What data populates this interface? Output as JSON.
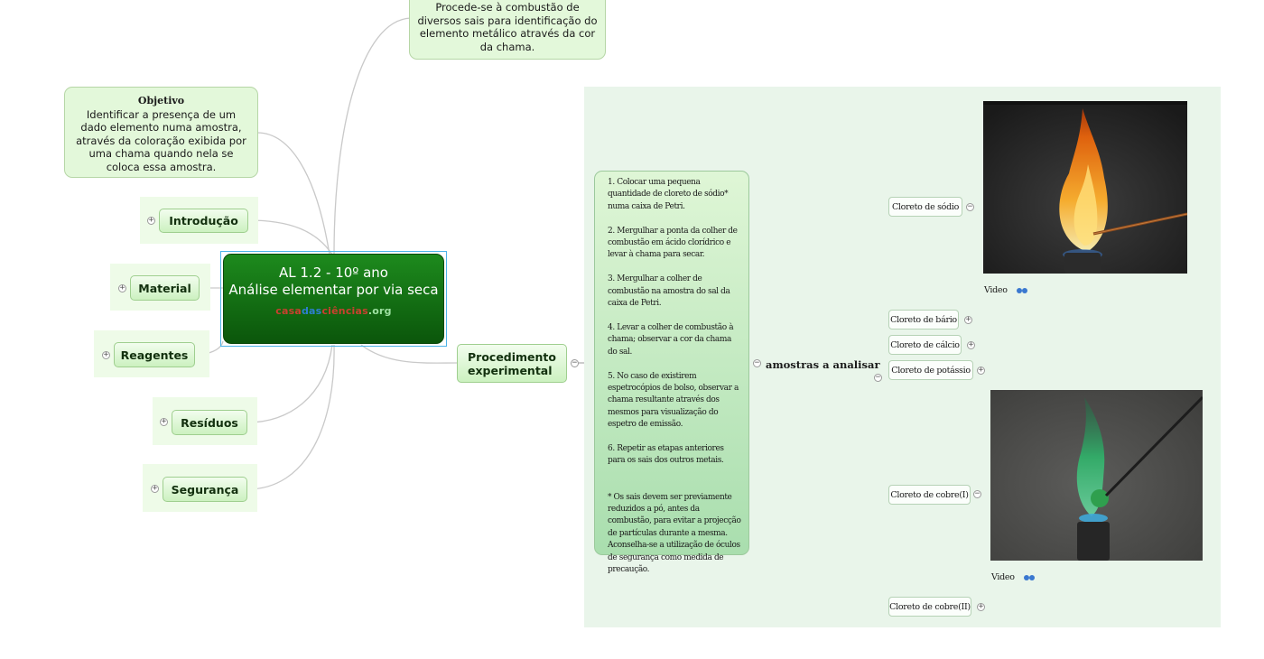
{
  "central": {
    "line1": "AL 1.2 - 10º ano",
    "line2": "Análise elementar por via seca",
    "logo_part1": "casa",
    "logo_part2": "das",
    "logo_part3": "ciências",
    "logo_part4": ".org"
  },
  "callouts": {
    "top_text": "Procede-se à combustão de diversos sais para identificação do elemento metálico através da cor da chama.",
    "objective_title": "Objetivo",
    "objective_text": "Identificar a presença de um dado elemento numa amostra, através da coloração exibida por uma chama quando nela se coloca essa amostra."
  },
  "topics": {
    "introducao": "Introdução",
    "material": "Material",
    "reagentes": "Reagentes",
    "residuos": "Resíduos",
    "seguranca": "Segurança",
    "procedimento": "Procedimento experimental"
  },
  "procedure_text": "1. Colocar uma pequena quantidade de cloreto de sódio* numa caixa de Petri.\n\n2. Mergulhar a ponta da colher de combustão em ácido clorídrico e levar à chama para secar.\n\n3. Mergulhar a colher de combustão na amostra do sal da caixa de Petri.\n\n4. Levar a colher de combustão à chama; observar a cor da chama do sal.\n\n5. No caso de existirem espetrocópios de bolso, observar a chama resultante através dos mesmos para visualização do espetro de emissão.\n\n6. Repetir as etapas anteriores para os sais dos outros metais.\n\n\n* Os sais devem ser previamente reduzidos a pó, antes da combustão, para evitar a projecção de partículas durante a mesma. Aconselha-se a utilização de óculos de segurança como medida de precaução.",
  "samples": {
    "label": "amostras a analisar",
    "items": [
      "Cloreto de sódio",
      "Cloreto de bário",
      "Cloreto de cálcio",
      "Cloreto de potássio",
      "Cloreto de cobre(I)",
      "Cloreto de cobre(II)"
    ],
    "video_label": "Video"
  },
  "colors": {
    "central_green": "#0b560b",
    "topic_green": "#ccf1c0",
    "region_bg": "#e9f5ea",
    "link_blue": "#3a78d0"
  },
  "icons": [
    "plus-icon",
    "minus-icon",
    "link-icon"
  ]
}
